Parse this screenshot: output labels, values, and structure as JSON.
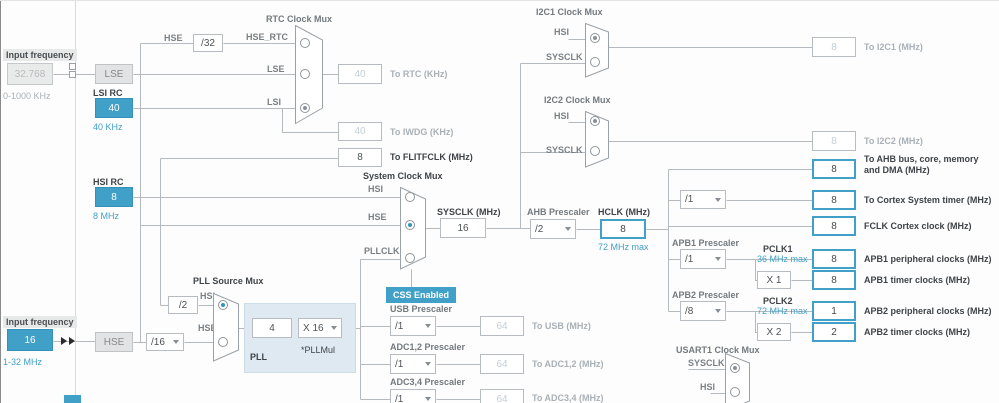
{
  "colors": {
    "accent": "#41a0c8",
    "pll_panel": "#dfe9f2"
  },
  "left": {
    "input_top": {
      "label": "Input frequency",
      "value": "32.768",
      "range": "0-1000 KHz"
    },
    "lse_label": "LSE",
    "lsi": {
      "title": "LSI RC",
      "value": "40",
      "freq": "40 KHz"
    },
    "hsi": {
      "title": "HSI RC",
      "value": "8",
      "freq": "8 MHz"
    },
    "input_bottom": {
      "label": "Input frequency",
      "value": "16",
      "range": "1-32 MHz"
    },
    "hse_label": "HSE"
  },
  "rtc": {
    "mux_title": "RTC Clock Mux",
    "hse": "HSE",
    "div32": "/32",
    "hse_rtc": "HSE_RTC",
    "lse": "LSE",
    "lsi": "LSI",
    "value": "40",
    "label": "To RTC (KHz)"
  },
  "iwdg": {
    "value": "40",
    "label": "To IWDG (KHz)"
  },
  "flitf": {
    "value": "8",
    "label": "To FLITFCLK (MHz)"
  },
  "sysmux": {
    "title": "System Clock Mux",
    "hsi": "HSI",
    "hse": "HSE",
    "pllclk": "PLLCLK",
    "sysclk_label": "SYSCLK (MHz)",
    "sysclk_value": "16",
    "css": "CSS Enabled"
  },
  "ahb": {
    "label": "AHB Prescaler",
    "value": "/2",
    "hclk_label": "HCLK (MHz)",
    "hclk_value": "8",
    "hclk_max": "72 MHz max"
  },
  "i2c1": {
    "mux_title": "I2C1 Clock Mux",
    "hsi": "HSI",
    "sysclk": "SYSCLK",
    "value": "8",
    "label": "To I2C1 (MHz)"
  },
  "i2c2": {
    "mux_title": "I2C2 Clock Mux",
    "hsi": "HSI",
    "sysclk": "SYSCLK",
    "value": "8",
    "label": "To I2C2 (MHz)"
  },
  "outputs": {
    "ahb_bus": {
      "value": "8",
      "label": "To AHB bus, core, memory and DMA (MHz)"
    },
    "cortex_div": "/1",
    "cortex_timer": {
      "value": "8",
      "label": "To Cortex System timer (MHz)"
    },
    "fclk": {
      "value": "8",
      "label": "FCLK Cortex clock (MHz)"
    },
    "apb1": {
      "label": "APB1 Prescaler",
      "value": "/1",
      "pclk": "PCLK1",
      "max": "36 MHz max",
      "periph_value": "8",
      "periph_label": "APB1 peripheral clocks (MHz)",
      "mult": "X 1",
      "timer_value": "8",
      "timer_label": "APB1 timer clocks (MHz)"
    },
    "apb2": {
      "label": "APB2 Prescaler",
      "value": "/8",
      "pclk": "PCLK2",
      "max": "72 MHz max",
      "periph_value": "1",
      "periph_label": "APB2 peripheral clocks (MHz)",
      "mult": "X 2",
      "timer_value": "2",
      "timer_label": "APB2 timer clocks (MHz)"
    }
  },
  "pll": {
    "mux_title": "PLL Source Mux",
    "hsi": "HSI",
    "div2": "/2",
    "hse": "HSE",
    "div16": "/16",
    "input_value": "4",
    "mul": "X 16",
    "mul_note": "*PLLMul",
    "label": "PLL"
  },
  "usb": {
    "label": "USB Prescaler",
    "value": "/1",
    "out": "64",
    "out_label": "To USB (MHz)"
  },
  "adc12": {
    "label": "ADC1,2 Prescaler",
    "value": "/1",
    "out": "64",
    "out_label": "To ADC1,2 (MHz)"
  },
  "adc34": {
    "label": "ADC3,4 Prescaler",
    "value": "/1",
    "out": "64",
    "out_label": "To ADC3,4 (MHz)"
  },
  "usart1": {
    "mux_title": "USART1 Clock Mux",
    "sysclk": "SYSCLK",
    "hsi": "HSI"
  }
}
